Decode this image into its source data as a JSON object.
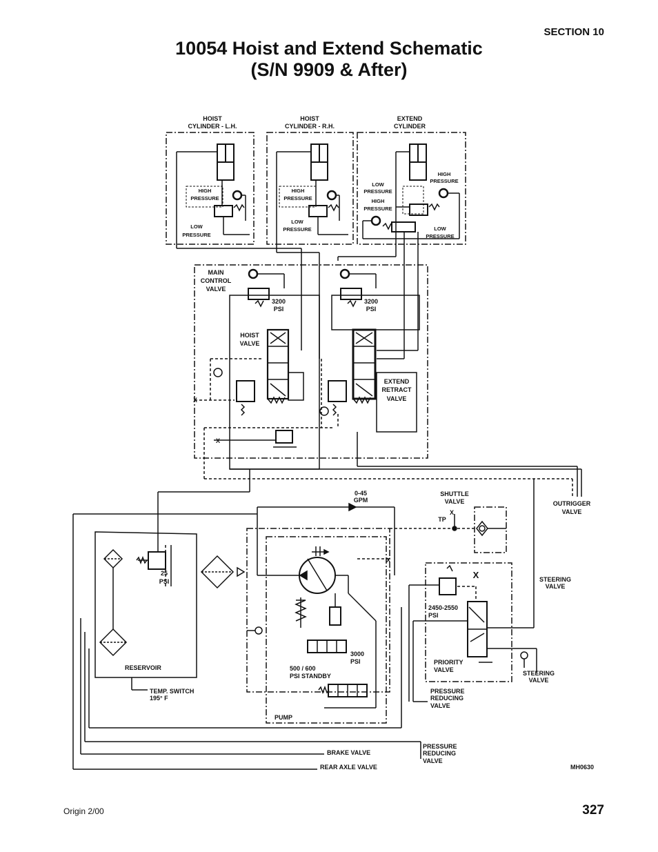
{
  "header": {
    "section": "SECTION 10",
    "title_line1": "10054 Hoist and Extend Schematic",
    "title_line2": "(S/N 9909 & After)"
  },
  "labels": {
    "hoist_lh_1": "HOIST",
    "hoist_lh_2": "CYLINDER - L.H.",
    "hoist_rh_1": "HOIST",
    "hoist_rh_2": "CYLINDER - R.H.",
    "extend_1": "EXTEND",
    "extend_2": "CYLINDER",
    "high": "HIGH",
    "pressure": "PRESSURE",
    "low": "LOW",
    "main_1": "MAIN",
    "main_2": "CONTROL",
    "main_3": "VALVE",
    "psi3200": "3200",
    "psi": "PSI",
    "hoist_valve_1": "HOIST",
    "hoist_valve_2": "VALVE",
    "er_1": "EXTEND",
    "er_2": "RETRACT",
    "er_3": "VALVE",
    "gpm_1": "0-45",
    "gpm_2": "GPM",
    "shuttle_1": "SHUTTLE",
    "shuttle_2": "VALVE",
    "tp": "TP",
    "outrigger_1": "OUTRIGGER",
    "outrigger_2": "VALVE",
    "steering_1": "STEERING",
    "steering_2": "VALVE",
    "psi25": "25",
    "psi2450": "2450-2550",
    "psi3000": "3000",
    "standby_1": "500 / 600",
    "standby_2": "PSI STANDBY",
    "priority_1": "PRIORITY",
    "priority_2": "VALVE",
    "reservoir": "RESERVOIR",
    "temp_1": "TEMP. SWITCH",
    "temp_2": "195° F",
    "prv_1": "PRESSURE",
    "prv_2": "REDUCING",
    "prv_3": "VALVE",
    "pump": "PUMP",
    "brake": "BRAKE VALVE",
    "rear_axle": "REAR AXLE VALVE",
    "code": "MH0630",
    "x": "X"
  },
  "footer": {
    "origin": "Origin 2/00",
    "page": "327"
  }
}
